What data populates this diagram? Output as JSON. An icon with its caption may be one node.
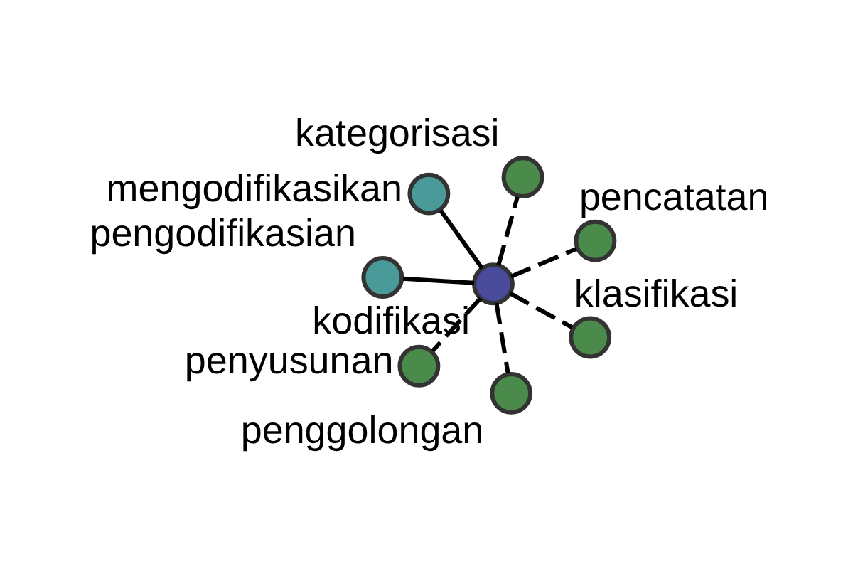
{
  "diagram": {
    "nodes": [
      {
        "text": [],
        "shape": "circle",
        "beside": [
          "pengodifikasian"
        ]
      },
      {
        "text": [],
        "shape": "circle",
        "beside": [
          "pencatatan"
        ]
      },
      {
        "text": [],
        "shape": "circle",
        "beside": [
          "penggolongan"
        ]
      },
      {
        "text": [],
        "shape": "circle",
        "beside": [
          "kategorisasi"
        ]
      },
      {
        "text": [],
        "shape": "circle",
        "beside": [
          "kodifikasi"
        ]
      },
      {
        "text": [],
        "shape": "circle",
        "beside": [
          "mengodifikasikan"
        ]
      },
      {
        "text": [],
        "shape": "circle",
        "beside": [
          "penyusunan"
        ]
      },
      {
        "text": [],
        "shape": "circle",
        "beside": [
          "klasifikasi"
        ]
      }
    ],
    "edges": [
      {
        "from": 4,
        "to": 0,
        "arrow": "none"
      },
      {
        "from": 4,
        "to": 1,
        "arrow": "none",
        "style": "dashed"
      },
      {
        "from": 4,
        "to": 2,
        "arrow": "none",
        "style": "dashed"
      },
      {
        "from": 4,
        "to": 3,
        "arrow": "none",
        "style": "dashed"
      },
      {
        "from": 4,
        "to": 5,
        "arrow": "none"
      },
      {
        "from": 4,
        "to": 6,
        "arrow": "none",
        "style": "dashed"
      },
      {
        "from": 4,
        "to": 7,
        "arrow": "none",
        "style": "dashed"
      }
    ]
  }
}
